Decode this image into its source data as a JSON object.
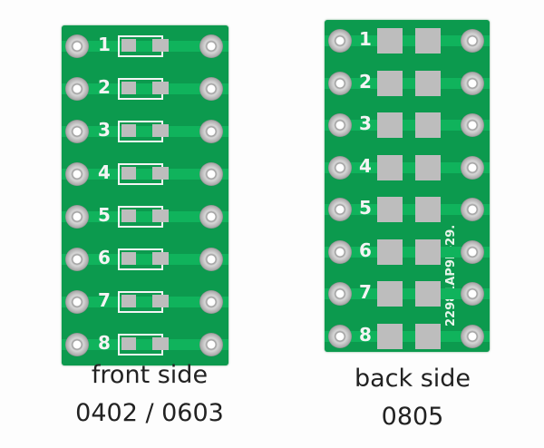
{
  "front": {
    "numbers": [
      "1",
      "2",
      "3",
      "4",
      "5",
      "6",
      "7",
      "8"
    ],
    "caption_line1": "front side",
    "caption_line2": "0402 / 0603"
  },
  "back": {
    "numbers": [
      "1",
      "2",
      "3",
      "4",
      "5",
      "6",
      "7",
      "8"
    ],
    "silkscreen": "22981AP9B-29.",
    "caption_line1": "back side",
    "caption_line2": "0805"
  },
  "colors": {
    "pcb": "#0c9a4e",
    "pad": "#bdbdbd"
  }
}
